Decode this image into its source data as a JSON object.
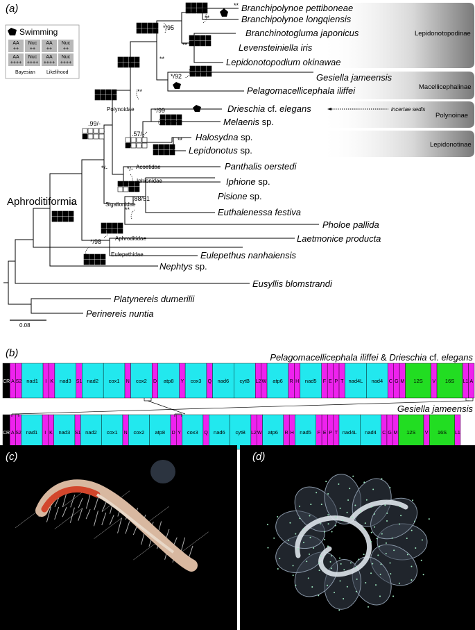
{
  "panel_labels": {
    "a": "(a)",
    "b": "(b)",
    "c": "(c)",
    "d": "(d)"
  },
  "legend": {
    "swimming": "Swimming",
    "cells": [
      "AA ++",
      "Nuc ++",
      "AA ++",
      "Nuc ++",
      "AA ++++",
      "Nuc ++++",
      "AA ++++",
      "Nuc ++++"
    ],
    "cell_aa": "AA",
    "cell_nuc": "Nuc",
    "plus2": "++",
    "plus4": "++++",
    "bayesian": "Bayesian",
    "likelihood": "Likelihood"
  },
  "tree": {
    "taxa": [
      "Branchipolynoe pettiboneae",
      "Branchipolynoe longqiensis",
      "Branchinotogluma japonicus",
      "Levensteiniella iris",
      "Lepidonotopodium okinawae",
      "Gesiella jameensis",
      "Pelagomacellicephala iliffei",
      "Drieschia",
      "cf.",
      "elegans",
      "Melaenis",
      "Halosydna",
      "Lepidonotus",
      "Panthalis oerstedi",
      "Iphione",
      "Pisione",
      "Euthalenessa festiva",
      "Pholoe pallida",
      "Laetmonice producta",
      "Eulepethus nanhaiensis",
      "Nephtys",
      "Eusyllis blomstrandi",
      "Platynereis dumerilii",
      "Perinereis nuntia"
    ],
    "sp": "sp.",
    "families": [
      "Polynoidae",
      "Acoetidae",
      "Iphionidae",
      "Sigalionidae",
      "Aphroditidae",
      "Eulepethidae"
    ],
    "clade_label": "Aphroditiformia",
    "support": [
      "**",
      "**",
      "*/95",
      "**",
      "*/92",
      "**",
      "**",
      ".99/-",
      "*/99",
      ".57/-",
      "**",
      "*/-",
      ".88/51",
      "**",
      "*/98",
      "**"
    ],
    "incertae": "incertae sedis",
    "subfamilies": [
      "Lepidonotopodinae",
      "Macellicephalinae",
      "Polynoinae",
      "Lepidonotinae"
    ],
    "scale": "0.08"
  },
  "mito": {
    "title1_a": "Pelagomacellicephala iliffei",
    "title1_b": " & ",
    "title1_c": "Drieschia",
    "title1_d": " cf. ",
    "title1_e": "elegans",
    "title2": "Gesiella jameensis",
    "genes1": [
      "CR",
      "A",
      "S2",
      "nad1",
      "I",
      "K",
      "nad3",
      "S1",
      "nad2",
      "cox1",
      "N",
      "cox2",
      "D",
      "atp8",
      "Y",
      "cox3",
      "Q",
      "nad6",
      "cytB",
      "L2",
      "W",
      "atp6",
      "R",
      "H",
      "nad5",
      "F",
      "E",
      "P",
      "T",
      "nad4L",
      "nad4",
      "C",
      "G",
      "M",
      "12S",
      "V",
      "16S",
      "L1",
      "A"
    ],
    "genes2": [
      "CR",
      "A",
      "S2",
      "nad1",
      "I",
      "K",
      "nad3",
      "S1",
      "nad2",
      "cox1",
      "N",
      "cox2",
      "atp8",
      "D",
      "Y",
      "cox3",
      "Q",
      "nad6",
      "cytB",
      "L2",
      "W",
      "atp6",
      "R",
      "H",
      "nad5",
      "F",
      "E",
      "P",
      "T",
      "nad4L",
      "nad4",
      "C",
      "G",
      "M",
      "12S",
      "V",
      "16S",
      "L1"
    ]
  },
  "colors": {
    "protein": "#22e8ee",
    "trna": "#ee22ee",
    "rrna": "#22dd22",
    "cr": "#000000"
  }
}
